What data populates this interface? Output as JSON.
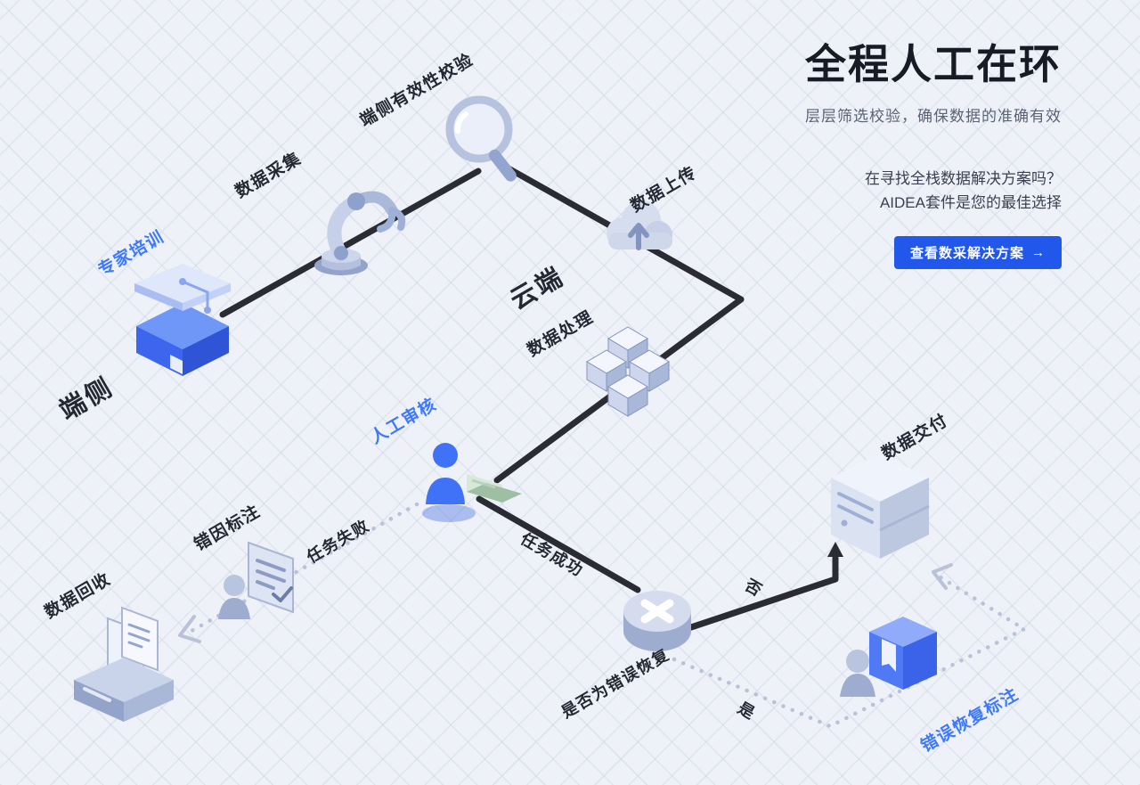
{
  "colors": {
    "accent_blue": "#2257ec",
    "title_dark": "#171b25",
    "subtitle_gray": "#5a6375",
    "label_dark": "#232833",
    "label_blue": "#3d78fd",
    "line_dark": "#2a2b33",
    "line_dotted": "#b9c2d8"
  },
  "header": {
    "title": "全程人工在环",
    "subtitle": "层层筛选校验，确保数据的准确有效",
    "pitch_line1": "在寻找全栈数据解决方案吗？",
    "pitch_line2": "AIDEA套件是您的最佳选择",
    "cta_label": "查看数采解决方案",
    "cta_arrow": "→"
  },
  "diagram": {
    "labels": {
      "expert_training": "专家培训",
      "edge_side": "端侧",
      "data_collection": "数据采集",
      "edge_validation": "端侧有效性校验",
      "data_upload": "数据上传",
      "cloud_side": "云端",
      "data_processing": "数据处理",
      "human_review": "人工审核",
      "task_failed": "任务失败",
      "error_annotation": "错因标注",
      "data_recycle": "数据回收",
      "task_success": "任务成功",
      "decision_question": "是否为错误恢复",
      "no": "否",
      "data_delivery": "数据交付",
      "yes": "是",
      "error_recovery_annotation": "错误恢复标注"
    }
  }
}
